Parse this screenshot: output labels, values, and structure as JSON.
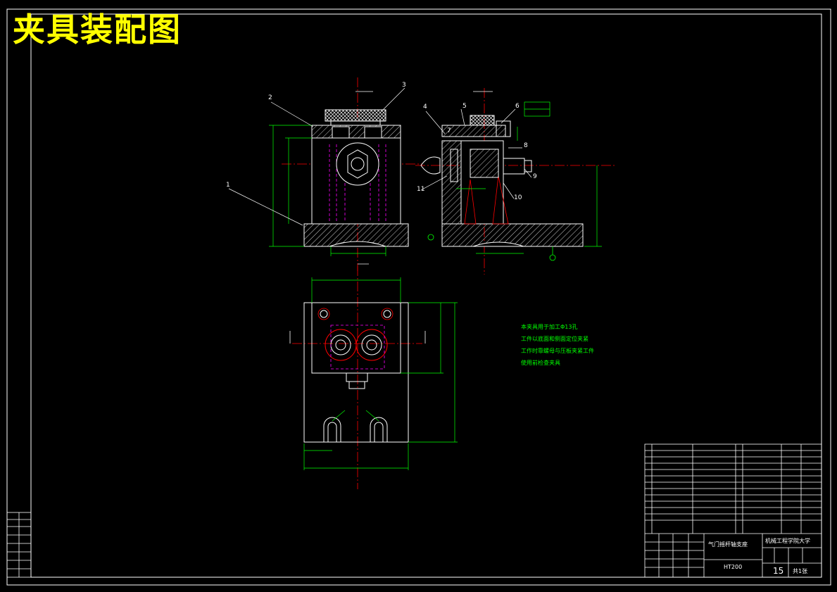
{
  "title": "夹具装配图",
  "notes": [
    "本夹具用于加工Φ13孔",
    "工件以底面和侧面定位夹紧",
    "工作时靠螺母与压板夹紧工件",
    "使用前检查夹具"
  ],
  "part_callouts": [
    "1",
    "2",
    "3",
    "4",
    "5",
    "6",
    "7",
    "8",
    "9",
    "10",
    "11"
  ],
  "title_block": {
    "drawing_name": "气门摇杆轴支座",
    "material": "HT200",
    "school": "机械工程学院大学",
    "sheet_number": "15",
    "sheet_label": "共1张"
  },
  "colors": {
    "outline": "#ffffff",
    "dimension": "#00ff00",
    "centerline": "#ff0000",
    "hidden": "#ff00ff",
    "title": "#ffff00",
    "background": "#000000"
  }
}
